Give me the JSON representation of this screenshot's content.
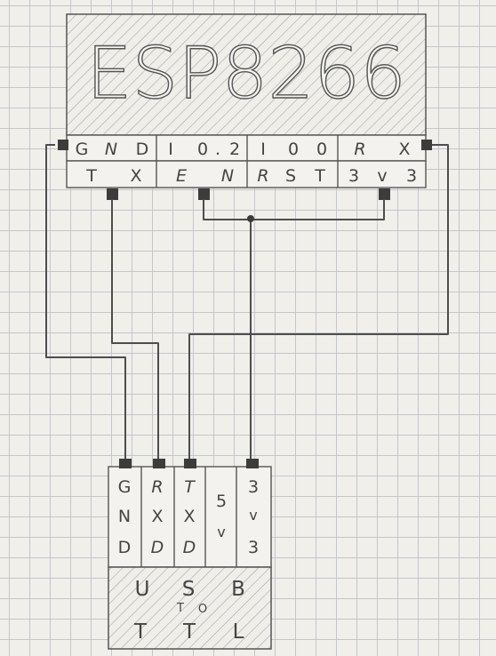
{
  "esp_module": {
    "title": "ESP8266",
    "pins_top": [
      "G",
      "N",
      "D",
      "I",
      "0",
      ".",
      "2",
      "I",
      "0",
      "0",
      "R",
      "X"
    ],
    "pins_bottom": [
      "T",
      "X",
      "E",
      "N",
      "R",
      "S",
      "T",
      "3",
      "v",
      "3"
    ]
  },
  "usb_ttl": {
    "columns": [
      [
        "G",
        "N",
        "D"
      ],
      [
        "R",
        "X",
        "D"
      ],
      [
        "T",
        "X",
        "D"
      ],
      [
        "5",
        "v"
      ],
      [
        "3",
        "v",
        "3"
      ]
    ],
    "label_top": [
      "U",
      "S",
      "B"
    ],
    "label_mid": [
      "T",
      "O"
    ],
    "label_bottom": [
      "T",
      "T",
      "L"
    ]
  },
  "colors": {
    "paper": "#f0efea",
    "grid": "#c3c6cd",
    "pencil": "#4d4d4d",
    "pad": "#3c3c3c"
  }
}
